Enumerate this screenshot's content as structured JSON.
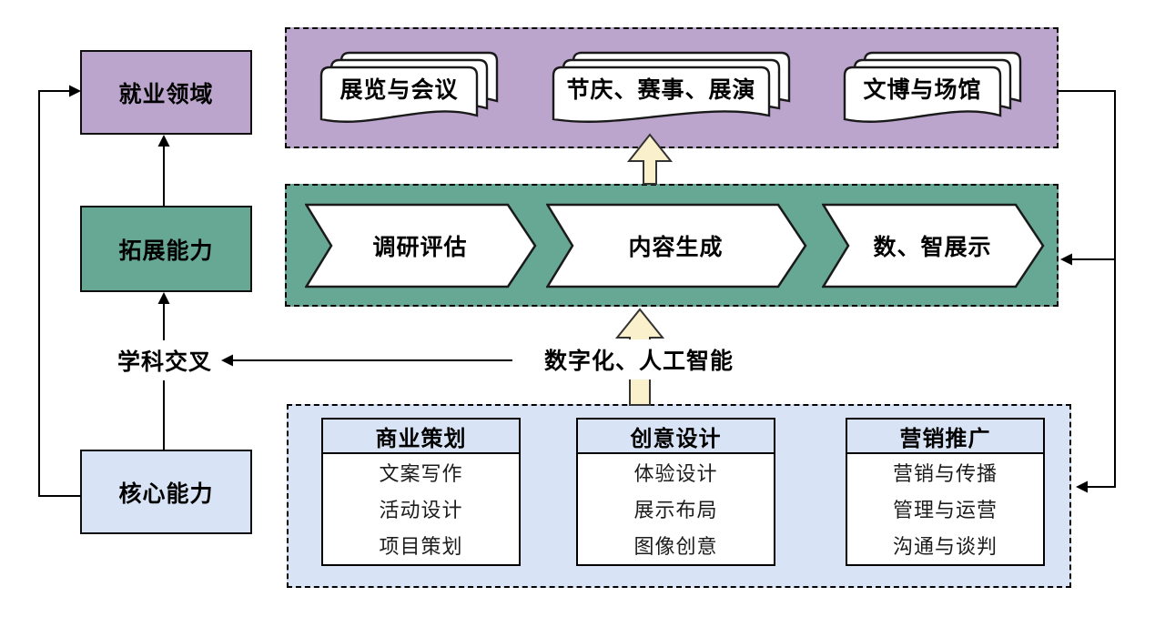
{
  "left_flow": {
    "employment_box": "就业领域",
    "extended_ability_box": "拓展能力",
    "core_ability_box": "核心能力",
    "interdisciplinary_label": "学科交叉"
  },
  "digital_ai_label": "数字化、人工智能",
  "employment_fields": {
    "items": [
      "展览与会议",
      "节庆、赛事、展演",
      "文博与场馆"
    ]
  },
  "process_steps": {
    "items": [
      "调研评估",
      "内容生成",
      "数、智展示"
    ]
  },
  "skill_groups": {
    "tables": [
      {
        "header": "商业策划",
        "rows": [
          "文案写作",
          "活动设计",
          "项目策划"
        ]
      },
      {
        "header": "创意设计",
        "rows": [
          "体验设计",
          "展示布局",
          "图像创意"
        ]
      },
      {
        "header": "营销推广",
        "rows": [
          "营销与传播",
          "管理与运营",
          "沟通与谈判"
        ]
      }
    ]
  },
  "colors": {
    "purple": "#BCA5CD",
    "green": "#67A894",
    "light_blue": "#D8E3F5",
    "arrow_yellow": "#FBF0CC"
  }
}
